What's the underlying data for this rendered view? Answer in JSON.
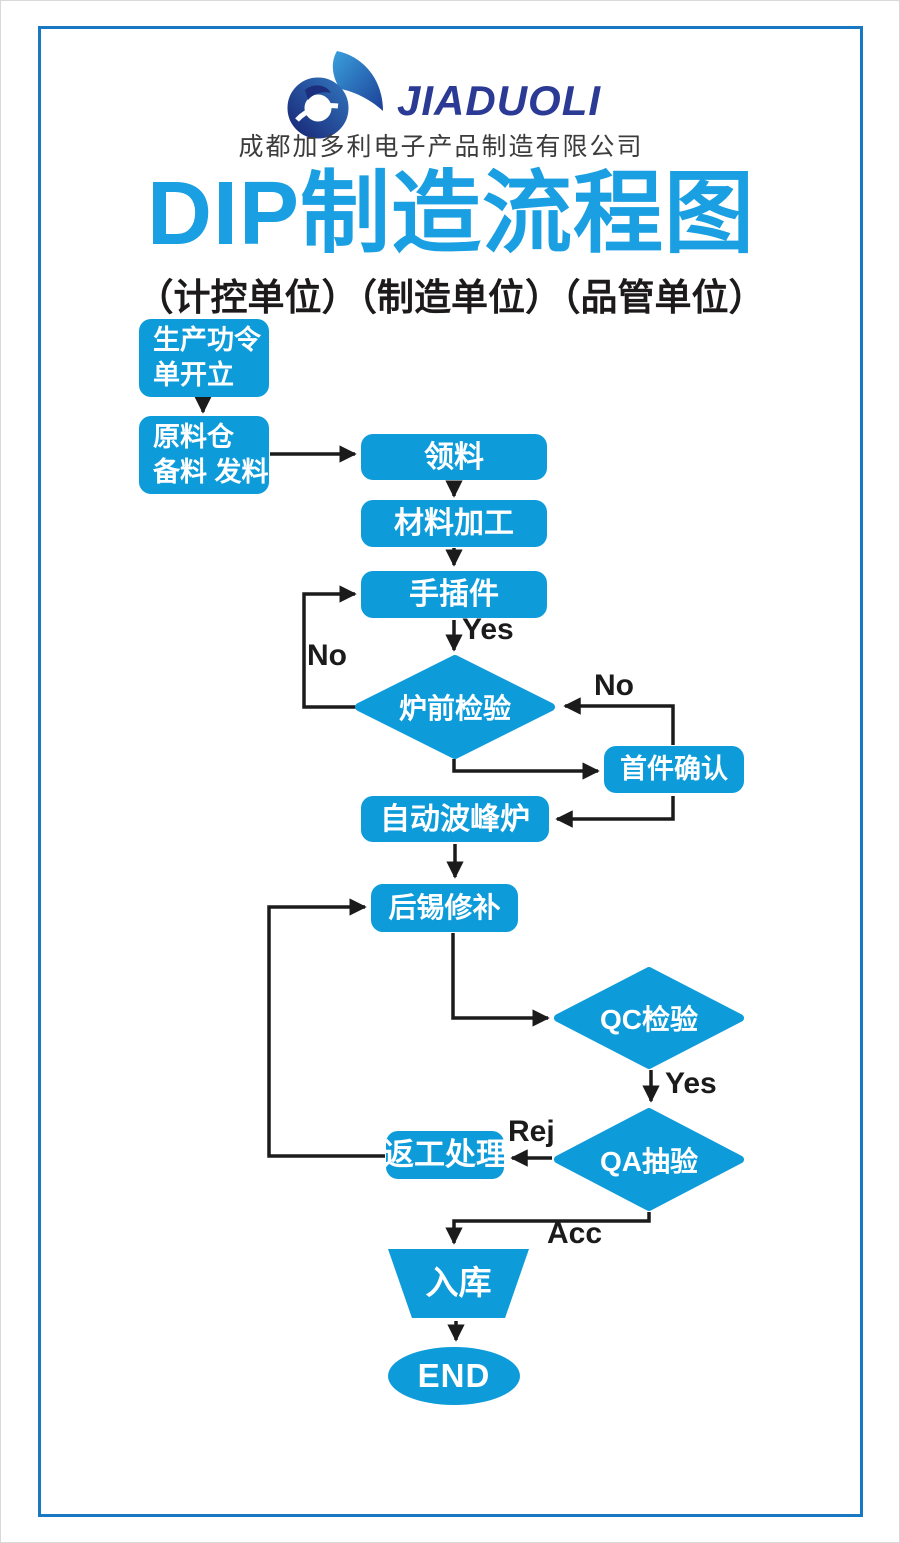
{
  "logo": {
    "brand": "JIADUOLI",
    "company": "成都加多利电子产品制造有限公司"
  },
  "header": {
    "title": "DIP制造流程图",
    "subtitle": "（计控单位）（制造单位）（品管单位）"
  },
  "nodes": {
    "start": "生产功令\n单开立",
    "prepare": "原料仓\n备料 发料",
    "pick": "领料",
    "material_process": "材料加工",
    "hand_insert": "手插件",
    "furnace_check": "炉前检验",
    "first_confirm": "首件确认",
    "wave_solder": "自动波峰炉",
    "solder_repair": "后锡修补",
    "qc_check": "QC检验",
    "qa_sample": "QA抽验",
    "rework": "返工处理",
    "warehouse": "入库",
    "end": "END"
  },
  "edge_labels": {
    "yes_furnace": "Yes",
    "no_furnace": "No",
    "no_first_confirm": "No",
    "yes_qc": "Yes",
    "rej": "Rej",
    "acc": "Acc"
  },
  "flow": [
    {
      "from": "生产功令单开立",
      "to": "原料仓备料发料"
    },
    {
      "from": "原料仓备料发料",
      "to": "领料"
    },
    {
      "from": "领料",
      "to": "材料加工"
    },
    {
      "from": "材料加工",
      "to": "手插件"
    },
    {
      "from": "手插件",
      "to": "炉前检验",
      "label": "Yes"
    },
    {
      "from": "炉前检验",
      "to": "手插件",
      "label": "No"
    },
    {
      "from": "炉前检验",
      "to": "首件确认"
    },
    {
      "from": "首件确认",
      "to": "炉前检验",
      "label": "No"
    },
    {
      "from": "首件确认",
      "to": "自动波峰炉"
    },
    {
      "from": "自动波峰炉",
      "to": "后锡修补"
    },
    {
      "from": "后锡修补",
      "to": "QC检验"
    },
    {
      "from": "QC检验",
      "to": "QA抽验",
      "label": "Yes"
    },
    {
      "from": "QA抽验",
      "to": "返工处理",
      "label": "Rej"
    },
    {
      "from": "返工处理",
      "to": "后锡修补"
    },
    {
      "from": "QA抽验",
      "to": "入库",
      "label": "Acc"
    },
    {
      "from": "入库",
      "to": "END"
    }
  ],
  "colors": {
    "node_blue": "#0d9bda",
    "title_blue": "#1aa0e2",
    "brand_navy": "#2b3a94",
    "arrow_black": "#1b1b1b",
    "frame_blue": "#1878c2"
  }
}
